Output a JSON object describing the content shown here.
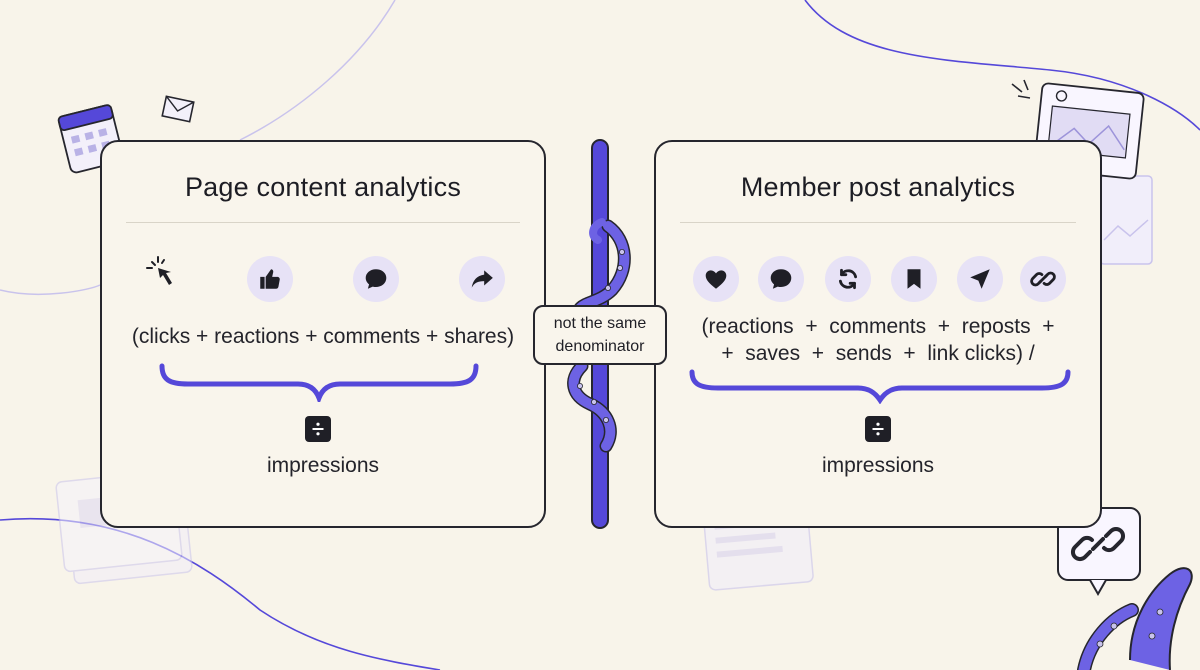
{
  "left": {
    "title": "Page content analytics",
    "icons": [
      "cursor-click-icon",
      "thumbs-up-icon",
      "comment-icon",
      "share-icon"
    ],
    "formula": "(clicks + reactions + comments + shares)",
    "divide_icon": "divide-icon",
    "denominator": "impressions"
  },
  "right": {
    "title": "Member post analytics",
    "icons": [
      "heart-icon",
      "comment-icon",
      "repost-icon",
      "bookmark-icon",
      "send-icon",
      "link-icon"
    ],
    "formula_line1": "(reactions  +  comments  +  reposts  +",
    "formula_line2": "+  saves  +  sends  +  link clicks) /",
    "divide_icon": "divide-icon",
    "denominator": "impressions"
  },
  "center": {
    "label_line1": "not the same",
    "label_line2": "denominator"
  },
  "colors": {
    "background": "#f8f4ea",
    "accent": "#5548d9",
    "icon_bg": "#e7e2f6",
    "ink": "#1f1f26"
  }
}
